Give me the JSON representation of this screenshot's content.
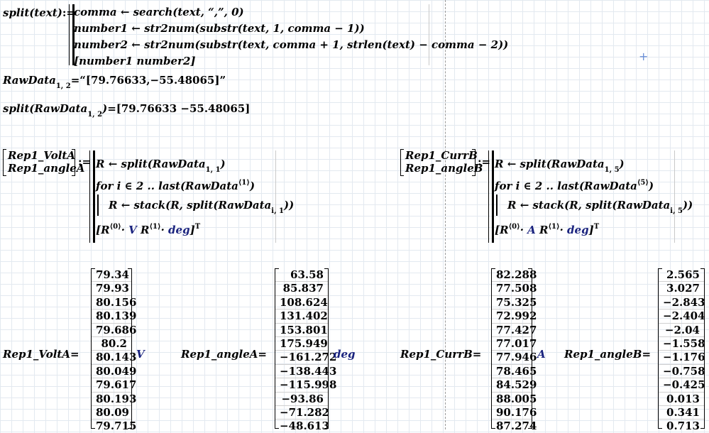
{
  "split_def": {
    "lhs": "split",
    "arg": "text",
    "assign": ":=",
    "line1": "comma ← search(text, “,”, 0)",
    "line2": "number1 ← str2num(substr(text, 1, comma − 1))",
    "line3": "number2 ← str2num(substr(text, comma + 1, strlen(text) − comma − 2))",
    "line4": "[number1  number2]"
  },
  "rawdata_def": {
    "name": "RawData",
    "index": "1, 2",
    "value": "=“[79.76633,−55.48065]”"
  },
  "split_eval": {
    "fn": "split",
    "arg": "RawData",
    "index": "1, 2",
    "result": "=[79.76633  −55.48065]"
  },
  "block_a": {
    "lhs_top": "Rep1_VoltA",
    "lhs_bottom": "Rep1_angleA",
    "assign": ":=",
    "line1": "R ← split(RawData",
    "line1_idx": "1, 1",
    "line2": "for i ∈ 2 .. last(RawData",
    "line2_sup": "⟨1⟩",
    "line3": "R ← stack(R, split(RawData",
    "line3_idx": "i, 1",
    "line4_a": "[R",
    "line4_sup0": "⟨0⟩",
    "line4_b": "· ",
    "line4_unit1": "V",
    "line4_c": "  R",
    "line4_sup1": "⟨1⟩",
    "line4_d": "· ",
    "line4_unit2": "deg",
    "line4_e": "]",
    "line4_t": "T"
  },
  "block_b": {
    "lhs_top": "Rep1_CurrB",
    "lhs_bottom": "Rep1_angleB",
    "assign": ":=",
    "line1": "R ← split(RawData",
    "line1_idx": "1, 5",
    "line2": "for i ∈ 2 .. last(RawData",
    "line2_sup": "⟨5⟩",
    "line3": "R ← stack(R, split(RawData",
    "line3_idx": "i, 5",
    "line4_a": "[R",
    "line4_sup0": "⟨0⟩",
    "line4_b": "· ",
    "line4_unit1": "A",
    "line4_c": "  R",
    "line4_sup1": "⟨1⟩",
    "line4_d": "· ",
    "line4_unit2": "deg",
    "line4_e": "]",
    "line4_t": "T"
  },
  "results": {
    "volt_label": "Rep1_VoltA=",
    "volt_unit": "V",
    "volt_values": [
      "79.34",
      "79.93",
      "80.156",
      "80.139",
      "79.686",
      "80.2",
      "80.143",
      "80.049",
      "79.617",
      "80.193",
      "80.09",
      "79.715"
    ],
    "angleA_label": "Rep1_angleA=",
    "angleA_unit": "deg",
    "angleA_values": [
      "63.58",
      "85.837",
      "108.624",
      "131.402",
      "153.801",
      "175.949",
      "−161.272",
      "−138.443",
      "−115.998",
      "−93.86",
      "−71.282",
      "−48.613"
    ],
    "curr_label": "Rep1_CurrB=",
    "curr_unit": "A",
    "curr_values": [
      "82.288",
      "77.508",
      "75.325",
      "72.992",
      "77.427",
      "77.017",
      "77.946",
      "78.465",
      "84.529",
      "88.005",
      "90.176",
      "87.274"
    ],
    "angleB_label": "Rep1_angleB=",
    "angleB_values": [
      "2.565",
      "3.027",
      "−2.843",
      "−2.404",
      "−2.04",
      "−1.558",
      "−1.176",
      "−0.758",
      "−0.425",
      "0.013",
      "0.341",
      "0.713"
    ]
  }
}
